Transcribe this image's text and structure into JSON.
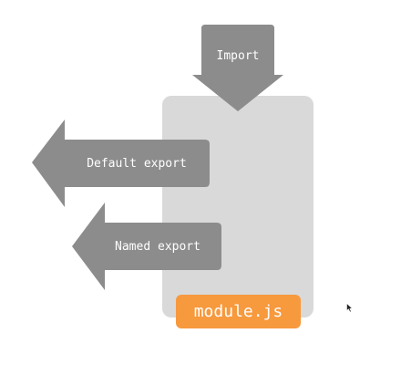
{
  "diagram": {
    "import_label": "Import",
    "default_export_label": "Default export",
    "named_export_label": "Named export",
    "module_label": "module.js"
  },
  "colors": {
    "arrow": "#8c8c8c",
    "module_box": "#d9d9d9",
    "module_label_bg": "#f7993d",
    "text_on_dark": "#ffffff"
  }
}
